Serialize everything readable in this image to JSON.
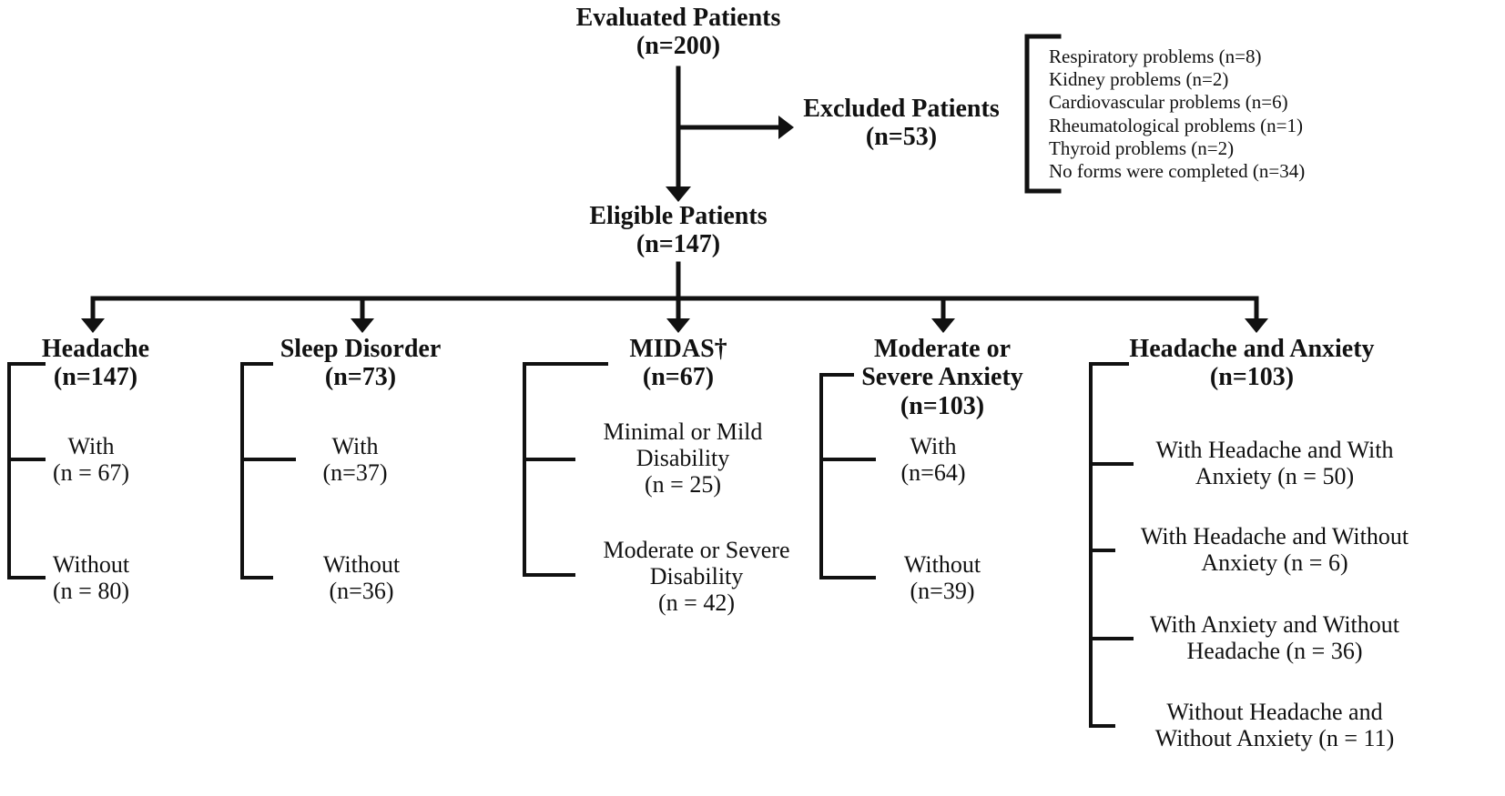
{
  "evaluated": {
    "title": "Evaluated Patients",
    "count": "(n=200)"
  },
  "excluded": {
    "title": "Excluded Patients",
    "count": "(n=53)"
  },
  "exclusion_reasons": [
    "Respiratory problems (n=8)",
    "Kidney problems (n=2)",
    "Cardiovascular problems (n=6)",
    "Rheumatological problems (n=1)",
    "Thyroid problems (n=2)",
    "No forms were completed (n=34)"
  ],
  "eligible": {
    "title": "Eligible Patients",
    "count": "(n=147)"
  },
  "groups": [
    {
      "title": "Headache",
      "count": "(n=147)",
      "items": [
        {
          "line1": "With",
          "line2": "(n = 67)"
        },
        {
          "line1": "Without",
          "line2": "(n = 80)"
        }
      ]
    },
    {
      "title": "Sleep Disorder",
      "count": "(n=73)",
      "items": [
        {
          "line1": "With",
          "line2": "(n=37)"
        },
        {
          "line1": "Without",
          "line2": "(n=36)"
        }
      ]
    },
    {
      "title": "MIDAS†",
      "count": "(n=67)",
      "items": [
        {
          "line1": "Minimal or Mild",
          "line2": "Disability",
          "line3": "(n = 25)"
        },
        {
          "line1": "Moderate or Severe",
          "line2": "Disability",
          "line3": "(n = 42)"
        }
      ]
    },
    {
      "title": "Moderate or",
      "title2": "Severe Anxiety",
      "count": "(n=103)",
      "items": [
        {
          "line1": "With",
          "line2": "(n=64)"
        },
        {
          "line1": "Without",
          "line2": "(n=39)"
        }
      ]
    },
    {
      "title": "Headache and Anxiety",
      "count": "(n=103)",
      "items": [
        {
          "line1": "With Headache and With",
          "line2": "Anxiety (n = 50)"
        },
        {
          "line1": "With Headache and Without",
          "line2": "Anxiety (n = 6)"
        },
        {
          "line1": "With Anxiety and Without",
          "line2": "Headache (n = 36)"
        },
        {
          "line1": "Without Headache and",
          "line2": "Without Anxiety (n = 11)"
        }
      ]
    }
  ]
}
